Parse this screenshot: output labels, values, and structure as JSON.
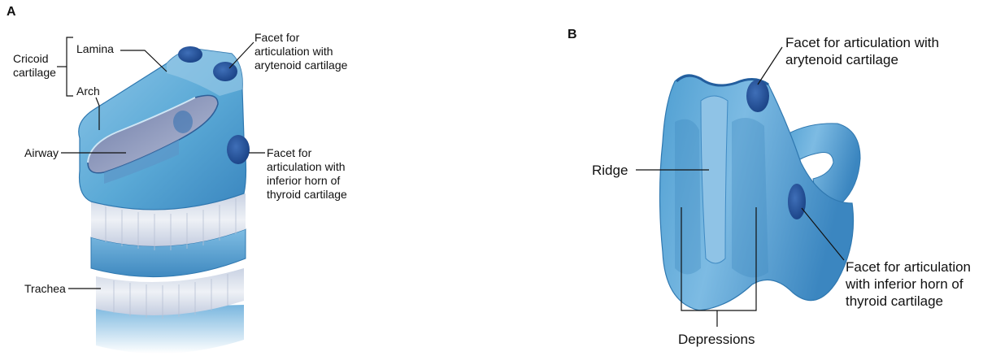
{
  "panels": {
    "a": {
      "letter": "A",
      "labels": {
        "cricoid": "Cricoid\ncartilage",
        "lamina": "Lamina",
        "arch": "Arch",
        "airway": "Airway",
        "trachea": "Trachea",
        "facet_arytenoid": "Facet for\narticulation with\narytenoid cartilage",
        "facet_thyroid": "Facet for\narticulation with\ninferior horn of\nthyroid cartilage"
      }
    },
    "b": {
      "letter": "B",
      "labels": {
        "facet_arytenoid": "Facet for articulation with\narytenoid cartilage",
        "ridge": "Ridge",
        "facet_thyroid": "Facet for articulation\nwith inferior horn of\nthyroid cartilage",
        "depressions": "Depressions"
      }
    }
  },
  "colors": {
    "cartilage": "#5aa9d6",
    "cartilage_dark": "#2f78b0",
    "cartilage_light": "#9ccbe8",
    "facet": "#1d4f9a",
    "airway_interior": "#8a93b8",
    "trachea_membrane": "#e4e8f0",
    "leader": "#111111"
  }
}
